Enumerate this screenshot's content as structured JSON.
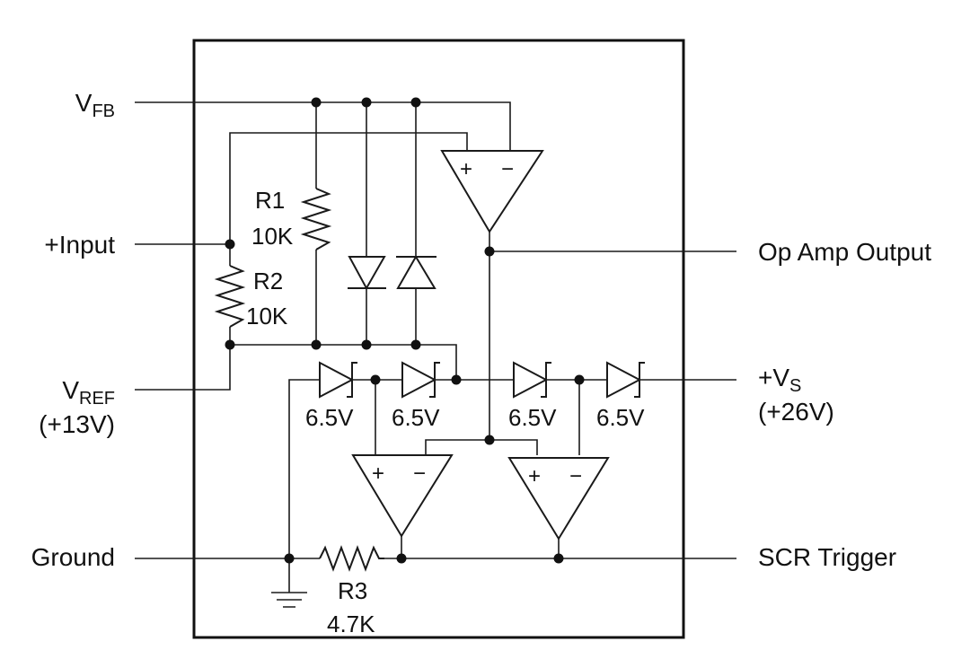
{
  "pins": {
    "vfb": {
      "main": "V",
      "sub": "FB"
    },
    "input": {
      "text": "+Input"
    },
    "vref": {
      "main": "V",
      "sub": "REF",
      "note": "(+13V)"
    },
    "ground": {
      "text": "Ground"
    },
    "opamp_out": {
      "text": "Op Amp Output"
    },
    "vs": {
      "main": "+V",
      "sub": "S",
      "note": "(+26V)"
    },
    "scr": {
      "text": "SCR Trigger"
    }
  },
  "components": {
    "r1": {
      "name": "R1",
      "value": "10K"
    },
    "r2": {
      "name": "R2",
      "value": "10K"
    },
    "r3": {
      "name": "R3",
      "value": "4.7K"
    },
    "zeners": [
      {
        "value": "6.5V"
      },
      {
        "value": "6.5V"
      },
      {
        "value": "6.5V"
      },
      {
        "value": "6.5V"
      }
    ],
    "opamps": [
      {
        "plus": "+",
        "minus": "−"
      },
      {
        "plus": "+",
        "minus": "−"
      },
      {
        "plus": "+",
        "minus": "−"
      }
    ]
  }
}
